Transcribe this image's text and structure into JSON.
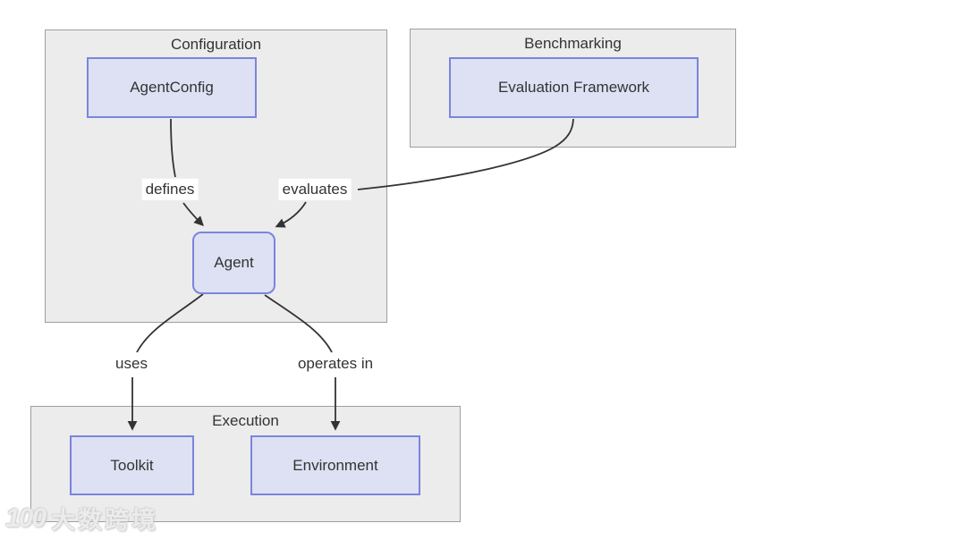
{
  "diagram": {
    "clusters": [
      {
        "label": "Configuration"
      },
      {
        "label": "Benchmarking"
      },
      {
        "label": "Execution"
      }
    ],
    "nodes": [
      {
        "label": "AgentConfig"
      },
      {
        "label": "Evaluation Framework"
      },
      {
        "label": "Agent"
      },
      {
        "label": "Toolkit"
      },
      {
        "label": "Environment"
      }
    ],
    "edges": [
      {
        "from": "AgentConfig",
        "to": "Agent",
        "label": "defines"
      },
      {
        "from": "Evaluation Framework",
        "to": "Agent",
        "label": "evaluates"
      },
      {
        "from": "Agent",
        "to": "Toolkit",
        "label": "uses"
      },
      {
        "from": "Agent",
        "to": "Environment",
        "label": "operates in"
      }
    ],
    "colors": {
      "canvas_bg": "#ffffff",
      "cluster_fill": "#ececec",
      "cluster_border": "#9e9e9e",
      "node_fill": "#dde1f3",
      "node_border": "#7a85dc",
      "edge": "#333333",
      "text": "#333333",
      "edge_label_bg": "#ffffff"
    }
  },
  "watermark": {
    "logo": "100",
    "text": "大数跨境"
  }
}
